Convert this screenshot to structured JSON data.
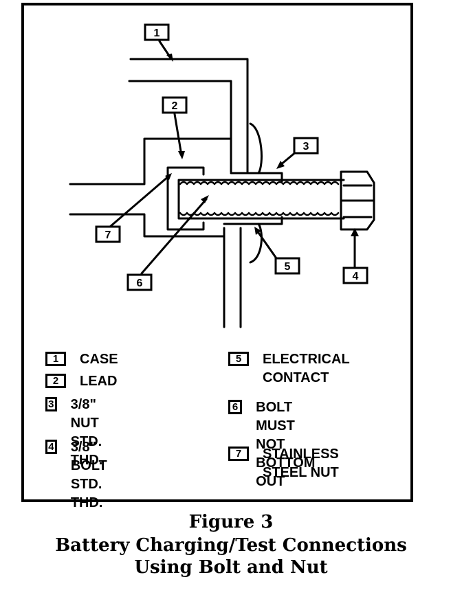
{
  "callouts": [
    {
      "num": "1",
      "name": "case"
    },
    {
      "num": "2",
      "name": "lead"
    },
    {
      "num": "3",
      "name": "nut"
    },
    {
      "num": "4",
      "name": "bolt"
    },
    {
      "num": "5",
      "name": "electrical-contact"
    },
    {
      "num": "6",
      "name": "bolt-bottom"
    },
    {
      "num": "7",
      "name": "stainless-nut"
    }
  ],
  "legend": [
    {
      "num": "1",
      "text": "CASE"
    },
    {
      "num": "2",
      "text": "LEAD"
    },
    {
      "num": "3",
      "text": "3/8\" NUT STD.\nTHD."
    },
    {
      "num": "4",
      "text": "3/8\" BOLT STD.\nTHD."
    },
    {
      "num": "5",
      "text": "ELECTRICAL\nCONTACT"
    },
    {
      "num": "6",
      "text": "BOLT MUST NOT\nBOTTOM OUT"
    },
    {
      "num": "7",
      "text": "STAINLESS\nSTEEL NUT"
    }
  ],
  "caption": {
    "line1": "Figure 3",
    "line2": "Battery Charging/Test Connections",
    "line3": "Using Bolt and Nut"
  }
}
